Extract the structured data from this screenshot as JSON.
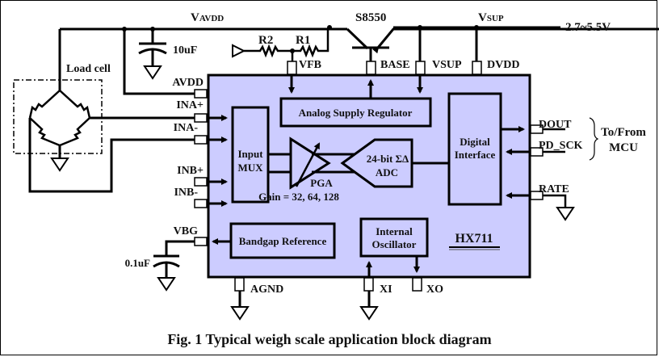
{
  "figure": {
    "caption": "Fig. 1  Typical weigh scale application block diagram",
    "colors": {
      "chip_fill": "#ccccff",
      "line": "#000000",
      "text": "#111111"
    }
  },
  "rails": {
    "vavdd_prefix": "V",
    "vavdd_sub": "AVDD",
    "vsup_prefix": "V",
    "vsup_sub": "SUP",
    "supply_range": "2.7~5.5V"
  },
  "components": {
    "cap_avdd": "10uF",
    "cap_vbg": "0.1uF",
    "r1": "R1",
    "r2": "R2",
    "transistor": "S8550",
    "load_cell": "Load cell"
  },
  "chip": {
    "name": "HX711",
    "pins": {
      "avdd": "AVDD",
      "ina_p": "INA+",
      "ina_n": "INA-",
      "inb_p": "INB+",
      "inb_n": "INB-",
      "vbg": "VBG",
      "vfb": "VFB",
      "base": "BASE",
      "vsup": "VSUP",
      "dvdd": "DVDD",
      "dout": "DOUT",
      "pd_sck": "PD_SCK",
      "rate": "RATE",
      "agnd": "AGND",
      "xi": "XI",
      "xo": "XO"
    },
    "blocks": {
      "regulator": "Analog Supply Regulator",
      "mux_line1": "Input",
      "mux_line2": "MUX",
      "pga": "PGA",
      "gain": "Gain = 32, 64, 128",
      "adc_line1": "24-bit ΣΔ",
      "adc_line2": "ADC",
      "digital_line1": "Digital",
      "digital_line2": "Interface",
      "bandgap": "Bandgap Reference",
      "osc_line1": "Internal",
      "osc_line2": "Oscillator"
    }
  },
  "mcu": {
    "line1": "To/From",
    "line2": "MCU"
  }
}
